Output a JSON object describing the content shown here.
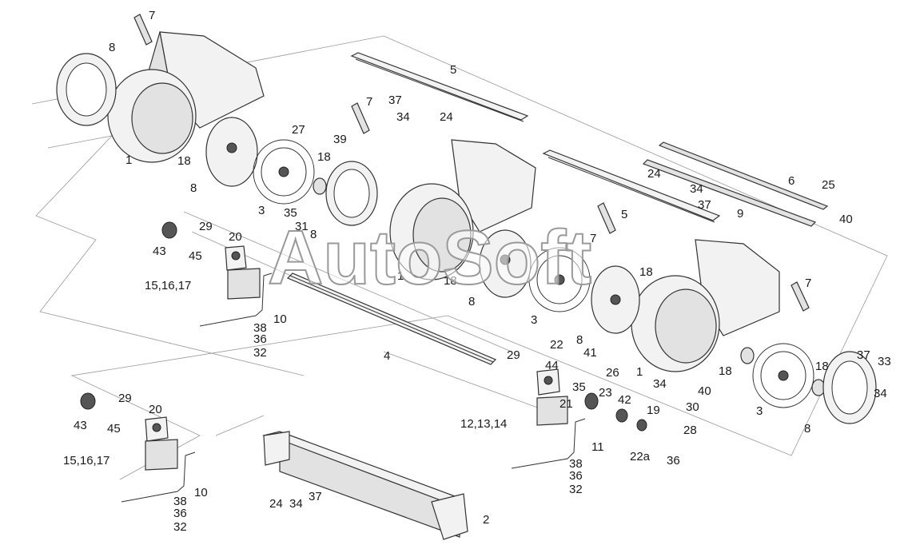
{
  "watermark": "AutoSoft",
  "labels": [
    {
      "id": "a1",
      "text": "7"
    },
    {
      "id": "a2",
      "text": "8"
    },
    {
      "id": "a3",
      "text": "1"
    },
    {
      "id": "a4",
      "text": "18"
    },
    {
      "id": "a5",
      "text": "8"
    },
    {
      "id": "a6",
      "text": "27"
    },
    {
      "id": "a7",
      "text": "39"
    },
    {
      "id": "a8",
      "text": "18"
    },
    {
      "id": "a9",
      "text": "3"
    },
    {
      "id": "a10",
      "text": "35"
    },
    {
      "id": "a11",
      "text": "31"
    },
    {
      "id": "a12",
      "text": "8"
    },
    {
      "id": "a13",
      "text": "5"
    },
    {
      "id": "a14",
      "text": "37"
    },
    {
      "id": "a15",
      "text": "34"
    },
    {
      "id": "a16",
      "text": "24"
    },
    {
      "id": "a17",
      "text": "7"
    },
    {
      "id": "a18",
      "text": "6"
    },
    {
      "id": "a19",
      "text": "24"
    },
    {
      "id": "a20",
      "text": "34"
    },
    {
      "id": "a21",
      "text": "37"
    },
    {
      "id": "a22",
      "text": "9"
    },
    {
      "id": "a23",
      "text": "25"
    },
    {
      "id": "a24",
      "text": "40"
    },
    {
      "id": "a25",
      "text": "5"
    },
    {
      "id": "a26",
      "text": "7"
    },
    {
      "id": "a27",
      "text": "1"
    },
    {
      "id": "a28",
      "text": "18"
    },
    {
      "id": "a29",
      "text": "8"
    },
    {
      "id": "a30",
      "text": "3"
    },
    {
      "id": "a31",
      "text": "18"
    },
    {
      "id": "a32",
      "text": "7"
    },
    {
      "id": "a33",
      "text": "43"
    },
    {
      "id": "a34",
      "text": "29"
    },
    {
      "id": "a35",
      "text": "20"
    },
    {
      "id": "a36",
      "text": "45"
    },
    {
      "id": "a37",
      "text": "15,16,17"
    },
    {
      "id": "a38",
      "text": "10"
    },
    {
      "id": "a39",
      "text": "38"
    },
    {
      "id": "a40",
      "text": "36"
    },
    {
      "id": "a41",
      "text": "32"
    },
    {
      "id": "a42",
      "text": "4"
    },
    {
      "id": "a43",
      "text": "29"
    },
    {
      "id": "a44",
      "text": "44"
    },
    {
      "id": "a45",
      "text": "22"
    },
    {
      "id": "a46",
      "text": "8"
    },
    {
      "id": "a47",
      "text": "41"
    },
    {
      "id": "a48",
      "text": "26"
    },
    {
      "id": "a49",
      "text": "35"
    },
    {
      "id": "a50",
      "text": "23"
    },
    {
      "id": "a51",
      "text": "21"
    },
    {
      "id": "a52",
      "text": "42"
    },
    {
      "id": "a53",
      "text": "19"
    },
    {
      "id": "a54",
      "text": "12,13,14"
    },
    {
      "id": "a55",
      "text": "11"
    },
    {
      "id": "a56",
      "text": "28"
    },
    {
      "id": "a57",
      "text": "22a"
    },
    {
      "id": "a58",
      "text": "36"
    },
    {
      "id": "a59",
      "text": "38"
    },
    {
      "id": "a60",
      "text": "36"
    },
    {
      "id": "a61",
      "text": "32"
    },
    {
      "id": "a62",
      "text": "1"
    },
    {
      "id": "a63",
      "text": "18"
    },
    {
      "id": "a64",
      "text": "18"
    },
    {
      "id": "a65",
      "text": "34"
    },
    {
      "id": "a66",
      "text": "40"
    },
    {
      "id": "a67",
      "text": "30"
    },
    {
      "id": "a68",
      "text": "37"
    },
    {
      "id": "a69",
      "text": "33"
    },
    {
      "id": "a70",
      "text": "34"
    },
    {
      "id": "a71",
      "text": "3"
    },
    {
      "id": "a72",
      "text": "8"
    },
    {
      "id": "a73",
      "text": "43"
    },
    {
      "id": "a74",
      "text": "29"
    },
    {
      "id": "a75",
      "text": "20"
    },
    {
      "id": "a76",
      "text": "45"
    },
    {
      "id": "a77",
      "text": "15,16,17"
    },
    {
      "id": "a78",
      "text": "10"
    },
    {
      "id": "a79",
      "text": "38"
    },
    {
      "id": "a80",
      "text": "36"
    },
    {
      "id": "a81",
      "text": "32"
    },
    {
      "id": "a82",
      "text": "24"
    },
    {
      "id": "a83",
      "text": "34"
    },
    {
      "id": "a84",
      "text": "37"
    },
    {
      "id": "a85",
      "text": "2"
    }
  ]
}
